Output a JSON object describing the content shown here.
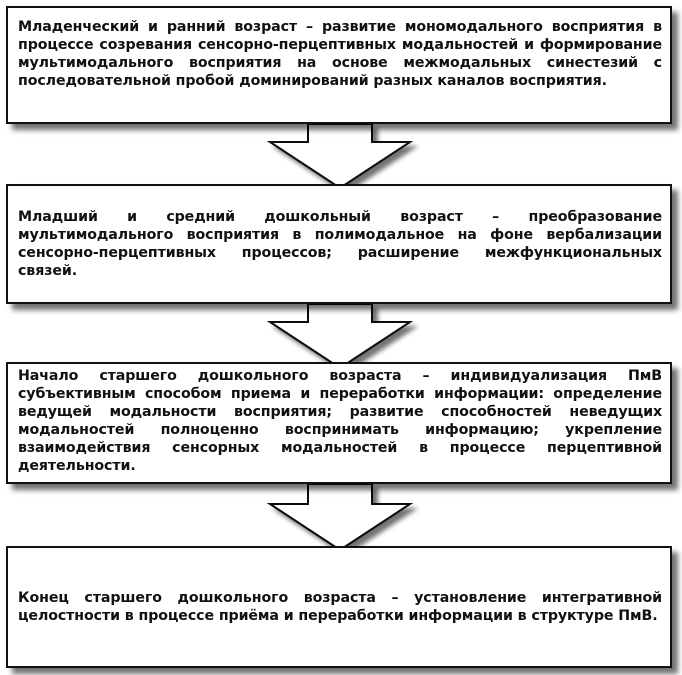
{
  "stages": [
    {
      "text": "Младенческий и ранний возраст – развитие мономодального восприятия в процессе созревания сенсорно-перцептивных модальностей и формирование мультимодального восприятия на основе межмодальных синестезий с последовательной пробой доминирований разных каналов восприятия."
    },
    {
      "text": "Младший и средний дошкольный возраст – преобразование мультимодального восприятия в полимодальное на фоне вербализации сенсорно-перцептивных процессов; расширение межфункциональных связей."
    },
    {
      "text": "Начало старшего дошкольного возраста – индивидуализация ПмВ субъективным способом приема и переработки информации: определение ведущей модальности восприятия; развитие способностей неведущих модальностей полноценно воспринимать информацию; укрепление взаимодействия сенсорных модальностей в процессе перцептивной деятельности."
    },
    {
      "text": "Конец старшего дошкольного возраста – установление интегративной целостности в процессе приёма и переработки информации в структуре ПмВ."
    }
  ],
  "colors": {
    "border": "#111111",
    "fill": "#ffffff",
    "shadow": "#555555"
  }
}
